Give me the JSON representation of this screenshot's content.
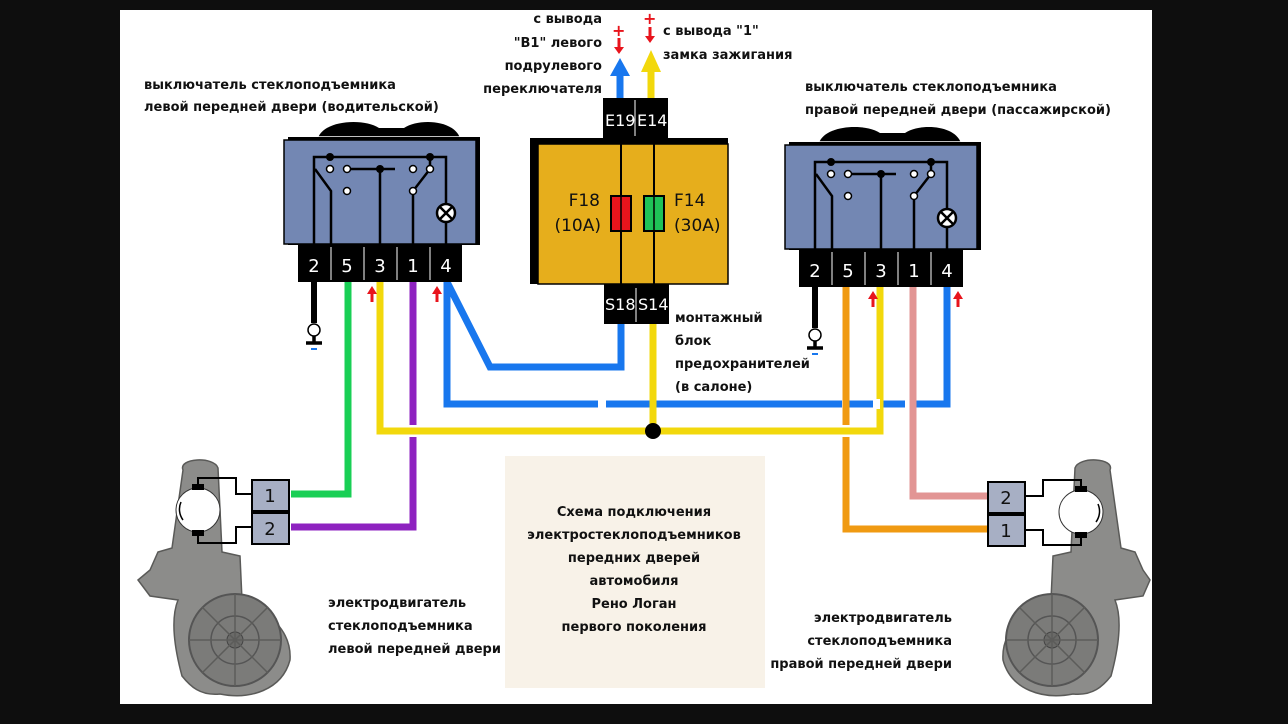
{
  "title": "Схема подключения электростеклоподъемников передних дверей автомобиля Рено Логан первого поколения",
  "colors": {
    "background_frame": "#0e0e0e",
    "canvas": "#ffffff",
    "switch_body": "#7387b3",
    "fuse_block": "#e6ae1c",
    "fuse_f18": "#e8141c",
    "fuse_f14": "#1fc257",
    "connector_pin_bg": "#a7afc4",
    "caption_box": "#f8f2e8",
    "wire_blue": "#1877ee",
    "wire_yellow": "#f2d80c",
    "wire_green": "#19cf55",
    "wire_purple": "#8e22c0",
    "wire_orange": "#f09a12",
    "wire_pink": "#e29594",
    "arrow_red": "#e8141c"
  },
  "top_inputs": {
    "left": {
      "lines": [
        "с вывода",
        "\"В1\" левого",
        "подрулевого",
        "переключателя"
      ],
      "polarity": "+",
      "wire_color": "blue"
    },
    "right": {
      "lines": [
        "с вывода \"1\"",
        "замка зажигания"
      ],
      "polarity": "+",
      "wire_color": "yellow"
    }
  },
  "left_switch": {
    "label_lines": [
      "выключатель стеклоподъемника",
      "левой передней двери (водительской)"
    ],
    "pins": [
      "2",
      "5",
      "3",
      "1",
      "4"
    ],
    "input_arrows_on_pins": [
      "3",
      "4"
    ],
    "ground_pin": "2",
    "ground_polarity": "-"
  },
  "right_switch": {
    "label_lines": [
      "выключатель стеклоподъемника",
      "правой передней двери (пассажирской)"
    ],
    "pins": [
      "2",
      "5",
      "3",
      "1",
      "4"
    ],
    "input_arrows_on_pins": [
      "3",
      "4"
    ],
    "ground_pin": "2",
    "ground_polarity": "-"
  },
  "fuse_block": {
    "label_lines": [
      "монтажный",
      "блок",
      "предохранителей",
      "(в салоне)"
    ],
    "top_terminals": [
      "E19",
      "E14"
    ],
    "bottom_terminals": [
      "S18",
      "S14"
    ],
    "fuses": [
      {
        "name": "F18",
        "rating": "(10A)",
        "color": "red"
      },
      {
        "name": "F14",
        "rating": "(30A)",
        "color": "green"
      }
    ]
  },
  "left_motor": {
    "label_lines": [
      "электродвигатель",
      "стеклоподъемника",
      "левой передней двери"
    ],
    "pins": [
      "1",
      "2"
    ]
  },
  "right_motor": {
    "label_lines": [
      "электродвигатель",
      "стеклоподъемника",
      "правой передней двери"
    ],
    "pins": [
      "2",
      "1"
    ]
  },
  "caption": {
    "lines": [
      "Схема подключения",
      "электростеклоподъемников",
      "передних дверей",
      "автомобиля",
      "Рено Логан",
      "первого поколения"
    ]
  },
  "connections": [
    {
      "from": "E19",
      "to": "top-input-left",
      "color": "blue"
    },
    {
      "from": "E14",
      "to": "top-input-right",
      "color": "yellow"
    },
    {
      "from": "S18",
      "to": "left_switch.pin4",
      "color": "blue"
    },
    {
      "from": "S14",
      "to": "junction",
      "color": "yellow"
    },
    {
      "from": "junction",
      "to": "left_switch.pin3",
      "color": "yellow"
    },
    {
      "from": "junction",
      "to": "right_switch.pin3",
      "color": "yellow"
    },
    {
      "from": "left_switch.pin4",
      "to": "right_switch.pin4",
      "color": "blue"
    },
    {
      "from": "left_switch.pin5",
      "to": "left_motor.pin1",
      "color": "green"
    },
    {
      "from": "left_switch.pin1",
      "to": "left_motor.pin2",
      "color": "purple"
    },
    {
      "from": "right_switch.pin5",
      "to": "right_motor.pin1",
      "color": "orange"
    },
    {
      "from": "right_switch.pin1",
      "to": "right_motor.pin2",
      "color": "pink"
    }
  ]
}
